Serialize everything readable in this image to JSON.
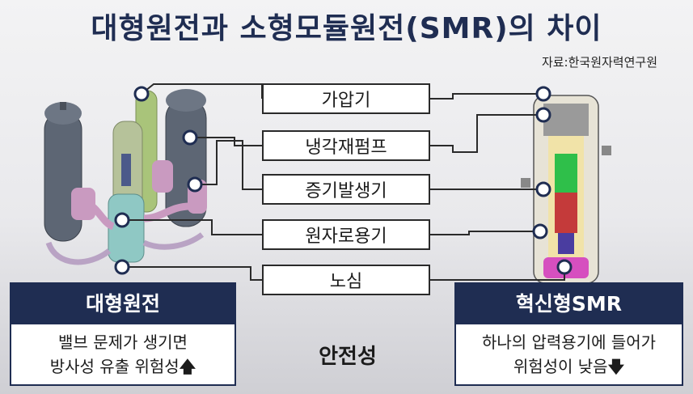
{
  "title": "대형원전과 소형모듈원전(SMR)의 차이",
  "source": "자료:한국원자력연구원",
  "components": [
    "가압기",
    "냉각재펌프",
    "증기발생기",
    "원자로용기",
    "노심"
  ],
  "left_panel": {
    "header": "대형원전",
    "line1": "밸브 문제가 생기면",
    "line2": "방사성 유출 위험성",
    "arrow": "🡅"
  },
  "center_label": "안전성",
  "right_panel": {
    "header": "혁신형SMR",
    "line1": "하나의 압력용기에 들어가",
    "line2": "위험성이 낮음",
    "arrow": "🡇"
  },
  "colors": {
    "navy": "#1f2d52",
    "pipe_pink": "#c99ac0",
    "vessel_gray": "#5d6674",
    "vessel_green": "#a9c47a",
    "core_green": "#2fbf4a"
  }
}
